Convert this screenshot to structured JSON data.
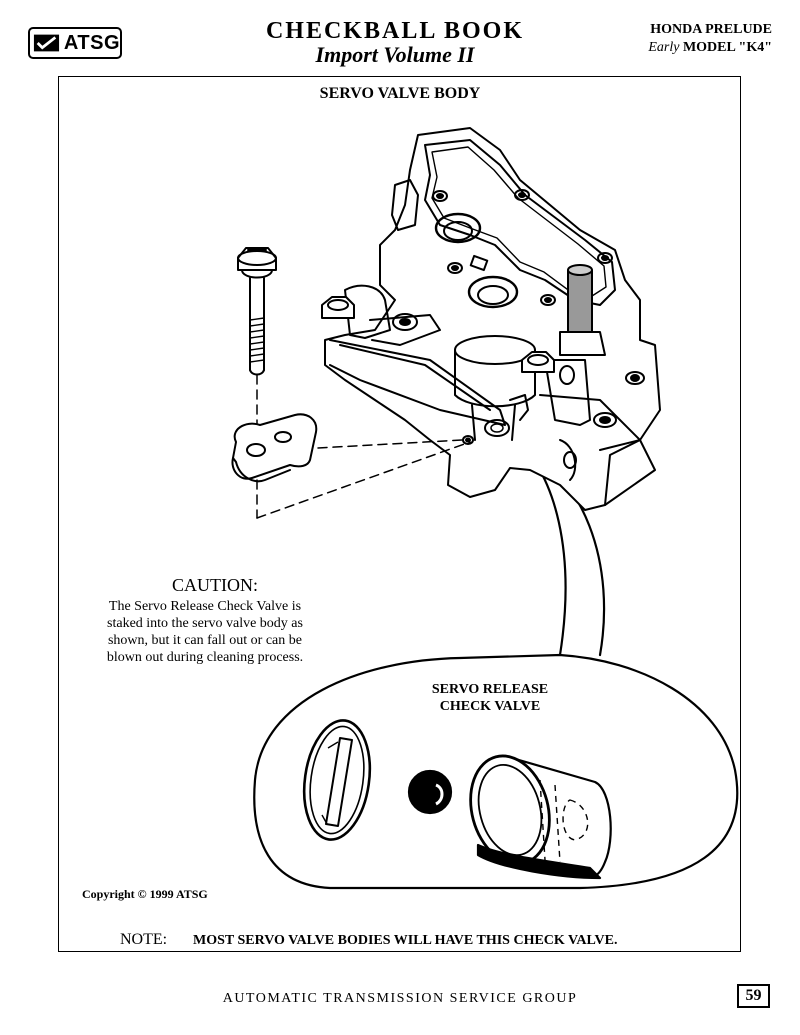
{
  "header": {
    "logo_text": "ATSG",
    "book_title": "CHECKBALL BOOK",
    "book_subtitle": "Import Volume II",
    "model_line1": "HONDA PRELUDE",
    "model_line2_em": "Early",
    "model_line2": "MODEL \"K4\""
  },
  "diagram": {
    "title": "SERVO VALVE BODY",
    "callout_label_line1": "SERVO RELEASE",
    "callout_label_line2": "CHECK VALVE"
  },
  "caution": {
    "heading": "CAUTION:",
    "line1": "The Servo Release Check Valve is",
    "line2": "staked into the servo valve body as",
    "line3": "shown, but it can fall out or can be",
    "line4": "blown out during cleaning process."
  },
  "copyright": "Copyright © 1999  ATSG",
  "note": {
    "label": "NOTE:",
    "text": "MOST SERVO VALVE BODIES WILL HAVE THIS CHECK VALVE."
  },
  "footer": {
    "text": "AUTOMATIC TRANSMISSION SERVICE GROUP",
    "page_number": "59"
  }
}
